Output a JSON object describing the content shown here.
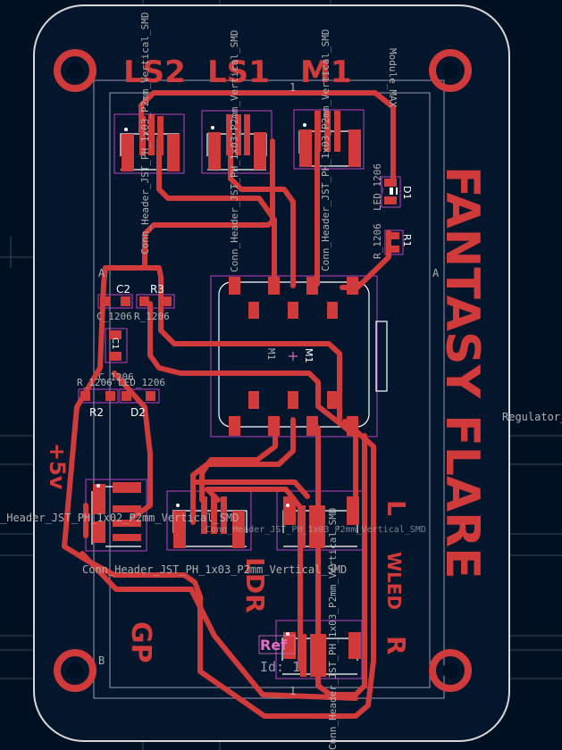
{
  "colors": {
    "background": "#001023",
    "copper": "#d13a3a",
    "silkscreen": "#ffffff",
    "courtyard": "#c040c0",
    "fab": "#b0b0b0",
    "edge": "#d0d0d0",
    "label_pink": "#e070c0"
  },
  "board_title": "FANTASY FLARE",
  "copper_labels": {
    "ls2": "LS2",
    "ls1": "LS1",
    "m1": "M1",
    "plus5v": "+5v",
    "gp": "GP",
    "ldr": "LDR",
    "l": "L",
    "wled": "WLED",
    "r": "R"
  },
  "fab_labels": {
    "conn_h_1": "Conn_Header_JST_PH_1x03_P2mm_Vertical_SMD",
    "conn_h_2": "Conn_Header_JST_PH_1x03_P2mm_Vertical_SMD",
    "conn_v_ls2": "Conn_Header_JST_PH_1x03_P2mm_Vertical_SMD",
    "conn_v_ls1": "Conn_Header_JST_PH_1x03_P2mm_Vertical_SMD",
    "conn_v_m1": "Conn_Header_JST_PH_1x03_P2mm_Vertical_SMD",
    "conn_v_bottom": "Conn_Header_JST_PH_1x03_P2mm_Vertical_SMD",
    "conn_left": "_Header_JST_PH_1x02_P2mm_Vertical_SMD",
    "regulator": "Regulator_",
    "module_max": "Module_MAX",
    "r1206_left": "R_1206",
    "r1206_mid": "R_1206",
    "r1206_upper_right": "R_1206",
    "led1206_upper_right": "LED_1206",
    "led1206_left": "LED_1206",
    "c1206": "C_1206",
    "c1206_b": "C_1206",
    "ref_a_left": "A",
    "ref_a_right": "A",
    "ref_b": "B",
    "one_top": "1",
    "one_bottom": "1",
    "ref_box": "Ref",
    "id_box": "Id: 1"
  },
  "silk_labels": {
    "c2": "C2",
    "r3": "R3",
    "c1": "C1",
    "r2": "R2",
    "d2": "D2",
    "r1": "R1",
    "d1": "D1",
    "m1_a": "M1",
    "m1_b": "M1"
  }
}
